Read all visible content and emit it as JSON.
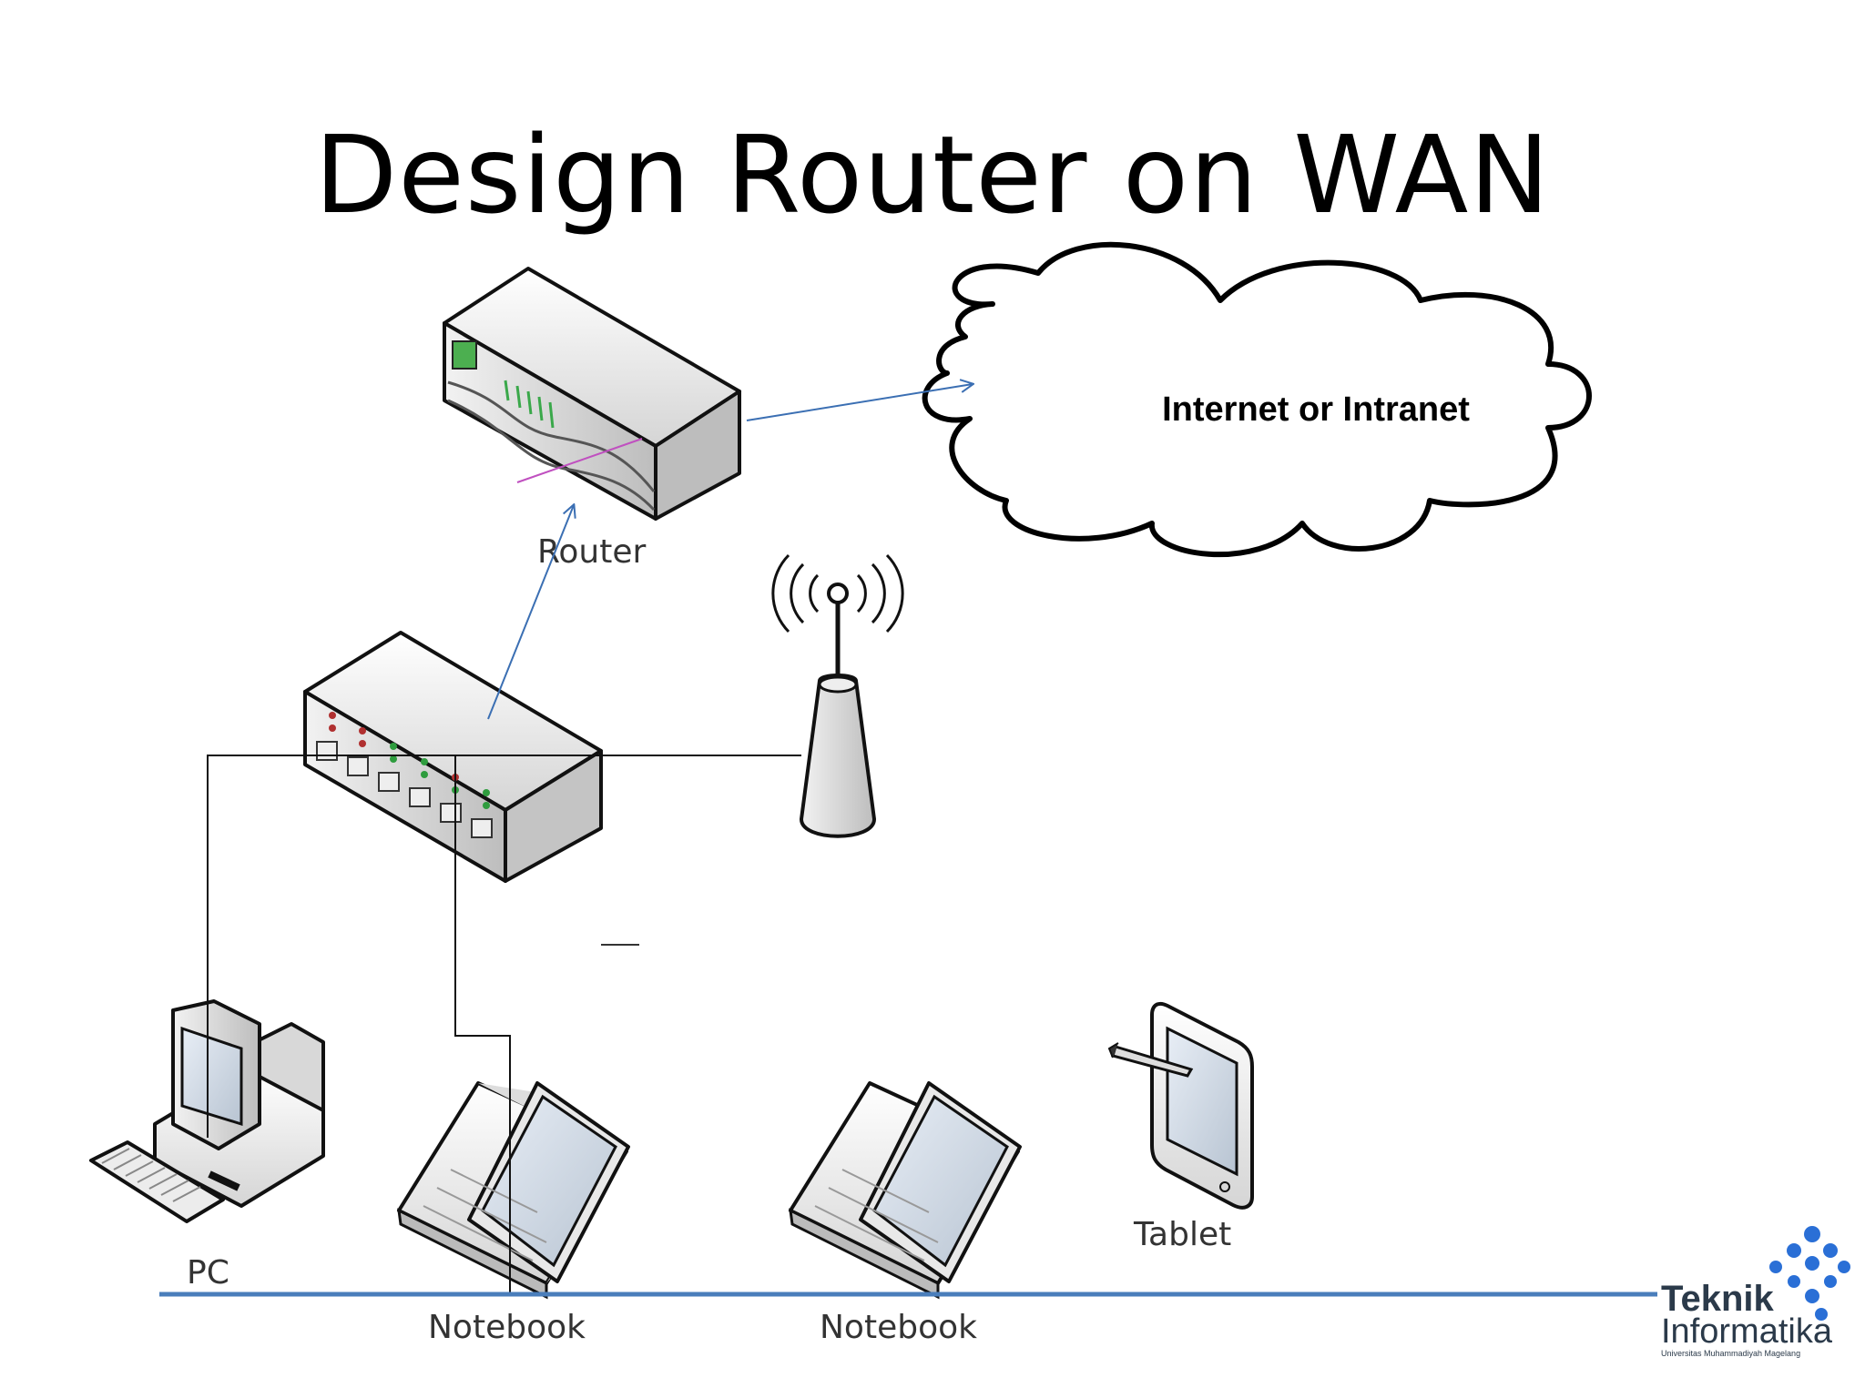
{
  "slide": {
    "title": "Design Router on WAN"
  },
  "diagram": {
    "cloud_label": "Internet or Intranet",
    "router_label": "Router",
    "pc_label": "PC",
    "notebook1_label": "Notebook",
    "notebook2_label": "Notebook",
    "tablet_label": "Tablet"
  },
  "logo": {
    "line1": "Teknik",
    "line2": "Informatika",
    "line3": "Universitas Muhammadiyah Magelang"
  },
  "colors": {
    "link_blue": "#3b6fb3",
    "bus_blue": "#4a7ebb",
    "logo_blue": "#2a6fd6",
    "logo_dark": "#2b3a4a"
  }
}
